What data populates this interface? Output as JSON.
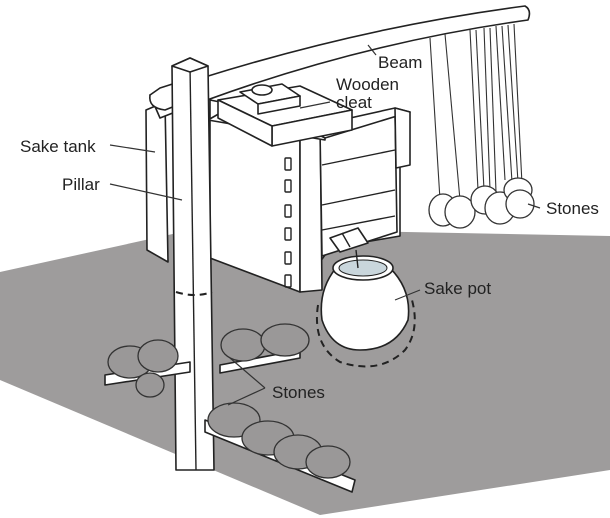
{
  "diagram": {
    "labels": {
      "beam": "Beam",
      "wooden_cleat_line1": "Wooden",
      "wooden_cleat_line2": "cleat",
      "sake_tank": "Sake tank",
      "pillar": "Pillar",
      "stones_hanging": "Stones",
      "sake_pot": "Sake pot",
      "stones_ground": "Stones"
    },
    "colors": {
      "ground": "#9e9c9c",
      "line": "#222222",
      "stone_fill_hanging": "#ffffff",
      "stone_fill_ground": "#9a9898",
      "sake_liquid": "#c9d6dc"
    }
  }
}
